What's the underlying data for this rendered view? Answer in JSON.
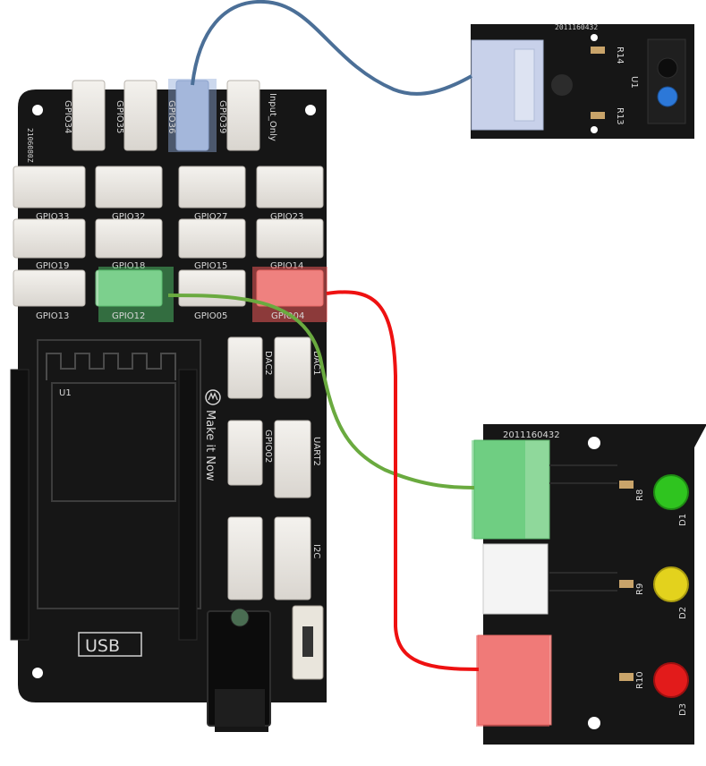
{
  "diagram": {
    "main_board": {
      "top_row_labels": [
        "GPIO34",
        "GPIO35",
        "GPIO36",
        "GPIO39",
        "Input_Only"
      ],
      "row2_labels": [
        "GPIO33",
        "GPIO32",
        "GPIO27",
        "GPIO23"
      ],
      "row3_labels": [
        "GPIO19",
        "GPIO18",
        "GPIO15",
        "GPIO14"
      ],
      "row4_labels": [
        "GPIO13",
        "GPIO12",
        "GPIO05",
        "GPIO04"
      ],
      "right_labels": [
        "DAC2",
        "DAC1",
        "GPIO02",
        "UART2",
        "I2C"
      ],
      "module_label": "U1",
      "brand": "Make it Now",
      "serial": "2106080Z",
      "usb_label": "USB"
    },
    "ir_sensor": {
      "serial": "2011160432",
      "labels": [
        "R14",
        "U1",
        "R13"
      ]
    },
    "led_board": {
      "serial": "2011160432",
      "resistor_labels": [
        "R8",
        "R9",
        "R10"
      ],
      "led_labels": [
        "D1",
        "D2",
        "D3"
      ]
    },
    "colors": {
      "pcb": "#161616",
      "wire_blue": "#4b6f97",
      "wire_green": "#6aaa3f",
      "wire_red": "#ee1111",
      "highlight_blue": "#8fa8d8",
      "highlight_green": "#4fc46a",
      "highlight_red": "#ee5a5a",
      "led_green": "#2fc41f",
      "led_yellow": "#e3d21d",
      "led_red": "#e21b1b"
    }
  }
}
